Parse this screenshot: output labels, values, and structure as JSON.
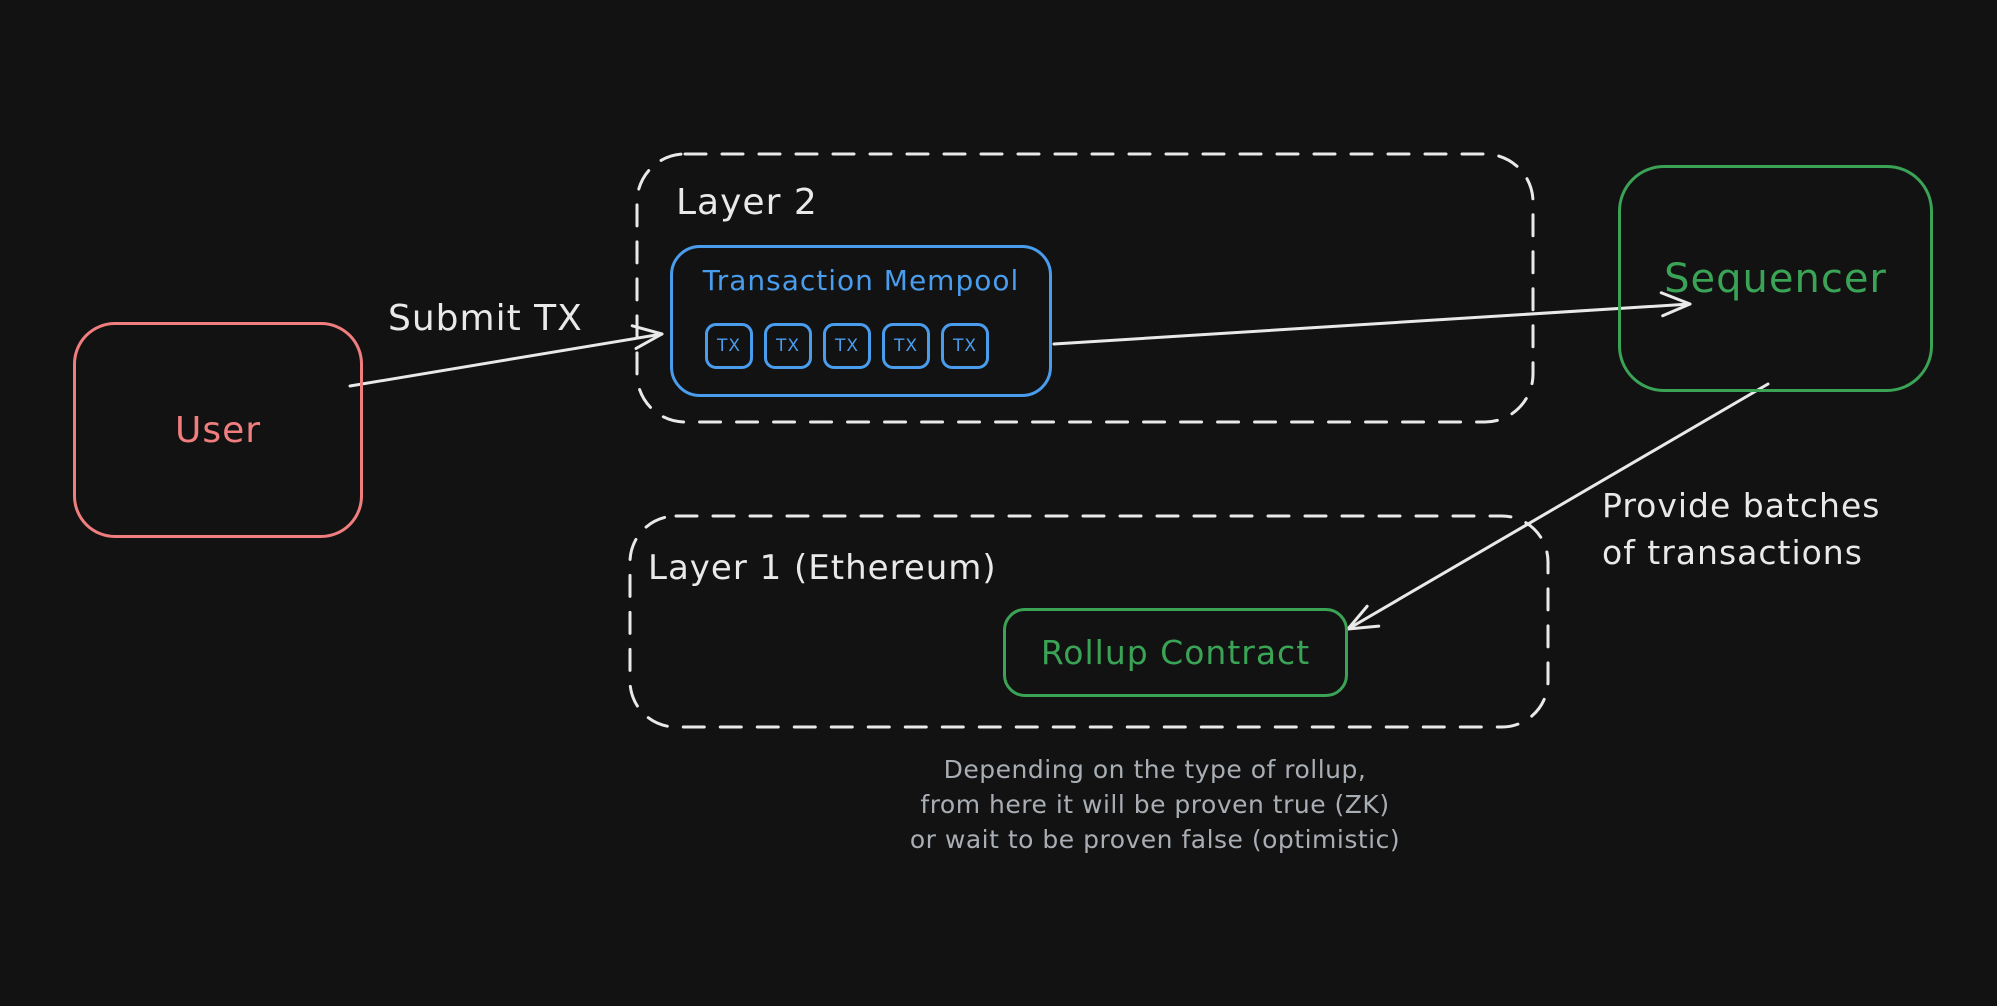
{
  "canvas": {
    "background": "#121212",
    "type": "hand-drawn rollup architecture diagram"
  },
  "colors": {
    "user_red": "#f17e7e",
    "mempool_blue": "#4a9ded",
    "sequencer_green": "#3aa356",
    "stroke_white": "#e9e9e9",
    "caption_gray": "#a9aeb4"
  },
  "containers": {
    "layer2": {
      "label": "Layer 2"
    },
    "layer1": {
      "label": "Layer 1 (Ethereum)"
    }
  },
  "nodes": {
    "user": {
      "label": "User"
    },
    "mempool": {
      "title": "Transaction Mempool",
      "tx": [
        "TX",
        "TX",
        "TX",
        "TX",
        "TX"
      ]
    },
    "sequencer": {
      "label": "Sequencer"
    },
    "rollup": {
      "label": "Rollup Contract"
    }
  },
  "edges": {
    "submit": {
      "label": "Submit TX"
    },
    "batches": {
      "lines": [
        "Provide batches",
        "of transactions"
      ]
    }
  },
  "caption": {
    "lines": [
      "Depending on the type of rollup,",
      "from here it will be proven true (ZK)",
      "or wait to be proven false (optimistic)"
    ]
  }
}
